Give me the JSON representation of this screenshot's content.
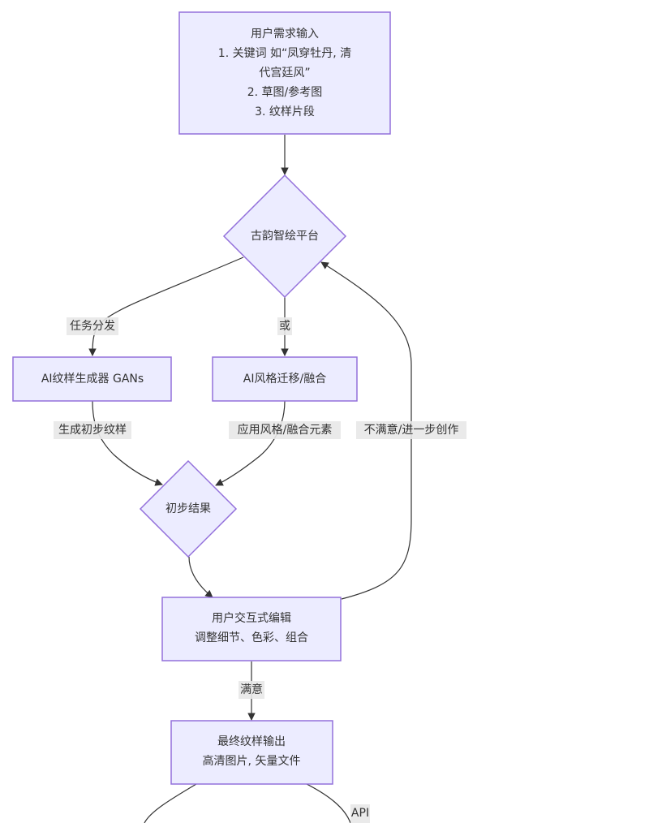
{
  "diagram": {
    "type": "flowchart",
    "colors": {
      "node_fill": "#ECECFF",
      "node_stroke": "#9370DB",
      "edge": "#333333",
      "label_bg": "#E8E8E8",
      "text": "#333333"
    },
    "nodes": {
      "input": {
        "shape": "rect",
        "lines": [
          "用户需求输入",
          "1. 关键词 如“凤穿牡丹, 清",
          "代宫廷风”",
          "2. 草图/参考图",
          "3. 纹样片段"
        ]
      },
      "platform": {
        "shape": "diamond",
        "lines": [
          "古韵智绘平台"
        ]
      },
      "gan": {
        "shape": "rect",
        "lines": [
          "AI纹样生成器 GANs"
        ]
      },
      "style": {
        "shape": "rect",
        "lines": [
          "AI风格迁移/融合"
        ]
      },
      "prelim": {
        "shape": "diamond",
        "lines": [
          "初步结果"
        ]
      },
      "edit": {
        "shape": "rect",
        "lines": [
          "用户交互式编辑",
          "调整细节、色彩、组合"
        ]
      },
      "output": {
        "shape": "rect",
        "lines": [
          "最终纹样输出",
          "高清图片, 矢量文件"
        ]
      }
    },
    "edges": [
      {
        "from": "input",
        "to": "platform",
        "label": ""
      },
      {
        "from": "platform",
        "to": "gan",
        "label": "任务分发"
      },
      {
        "from": "platform",
        "to": "style",
        "label": "或"
      },
      {
        "from": "gan",
        "to": "prelim",
        "label": "生成初步纹样"
      },
      {
        "from": "style",
        "to": "prelim",
        "label": "应用风格/融合元素"
      },
      {
        "from": "prelim",
        "to": "edit",
        "label": ""
      },
      {
        "from": "edit",
        "to": "platform",
        "label": "不满意/进一步创作"
      },
      {
        "from": "edit",
        "to": "output",
        "label": "满意"
      },
      {
        "from": "output",
        "to": "offscreen-left",
        "label": ""
      },
      {
        "from": "output",
        "to": "offscreen-right",
        "label": "API"
      }
    ]
  }
}
